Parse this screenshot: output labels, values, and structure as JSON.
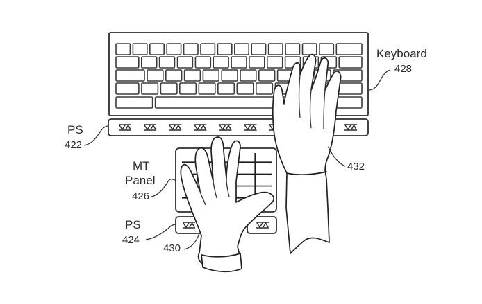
{
  "figure": {
    "type": "patent-diagram",
    "description": "Keyboard with pressure-sensor strips and multi-touch panel, two hands"
  },
  "labels": {
    "keyboard": {
      "name": "Keyboard",
      "ref": "428"
    },
    "ps_top": {
      "name": "PS",
      "ref": "422"
    },
    "mt_panel": {
      "name_line1": "MT",
      "name_line2": "Panel",
      "ref": "426"
    },
    "ps_bottom": {
      "name": "PS",
      "ref": "424"
    },
    "left_hand": {
      "ref": "430"
    },
    "right_hand": {
      "ref": "432"
    }
  },
  "keyboard": {
    "rows": [
      {
        "keys": 14
      },
      {
        "keys": 13
      },
      {
        "keys": 12
      },
      {
        "keys": 12
      },
      {
        "keys": 3
      }
    ]
  },
  "ps_top": {
    "sensor_count": 10,
    "glyph": "VΔ"
  },
  "ps_bottom": {
    "sensor_count": 2,
    "glyph": "VΔ"
  },
  "mt_panel": {
    "grid_columns": 5,
    "grid_rows": 5
  },
  "colors": {
    "line": "#2e2e2e",
    "background": "#ffffff"
  }
}
